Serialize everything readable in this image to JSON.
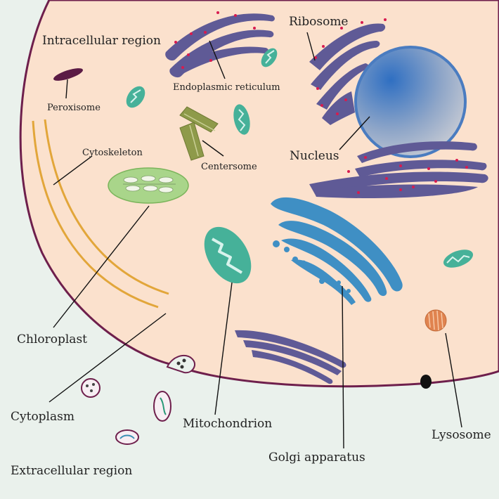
{
  "labels": {
    "intracellular_region": "Intracellular region",
    "endoplasmic_reticulum": "Endoplasmic reticulum",
    "ribosome": "Ribosome",
    "peroxisome": "Peroxisome",
    "cytoskeleton": "Cytoskeleton",
    "centersome": "Centersome",
    "nucleus": "Nucleus",
    "chloroplast": "Chloroplast",
    "cytoplasm": "Cytoplasm",
    "mitochondrion": "Mitochondrion",
    "lysosome": "Lysosome",
    "golgi_apparatus": "Golgi apparatus",
    "extracellular_region": "Extracellular region"
  },
  "colors": {
    "cytoplasm": "#fbe1cd",
    "membrane": "#6e1f4c",
    "extracellular": "#eaf1ec",
    "er": "#5f5a96",
    "ribosome": "#d81b4f",
    "nucleus_outer": "#4a7cc0",
    "golgi": "#3f8fc4",
    "mitochondrion": "#46b199",
    "chloroplast": "#a9d58a",
    "centrosome": "#8e9a4a",
    "cytoskeleton": "#e2a63a",
    "lysosome": "#e0834f"
  }
}
